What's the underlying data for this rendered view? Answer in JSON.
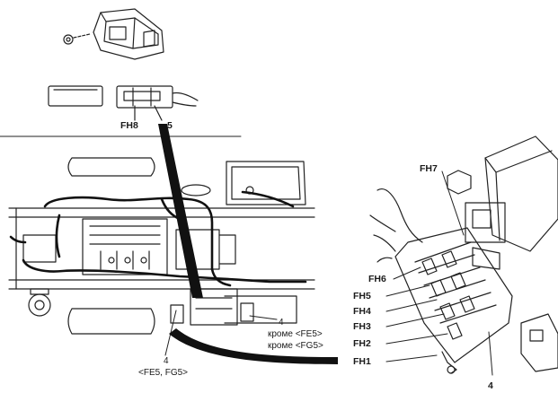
{
  "labels": {
    "fh8": "FH8",
    "five": "5",
    "fh7": "FH7",
    "fh6": "FH6",
    "fh5": "FH5",
    "fh4": "FH4",
    "fh3": "FH3",
    "fh2": "FH2",
    "fh1": "FH1",
    "four_right": "4",
    "four_center": "4",
    "krome_fe5": "кроме <FE5>",
    "krome_fg5": "кроме <FG5>",
    "four_left": "4",
    "fe5_fg5": "<FE5, FG5>"
  }
}
